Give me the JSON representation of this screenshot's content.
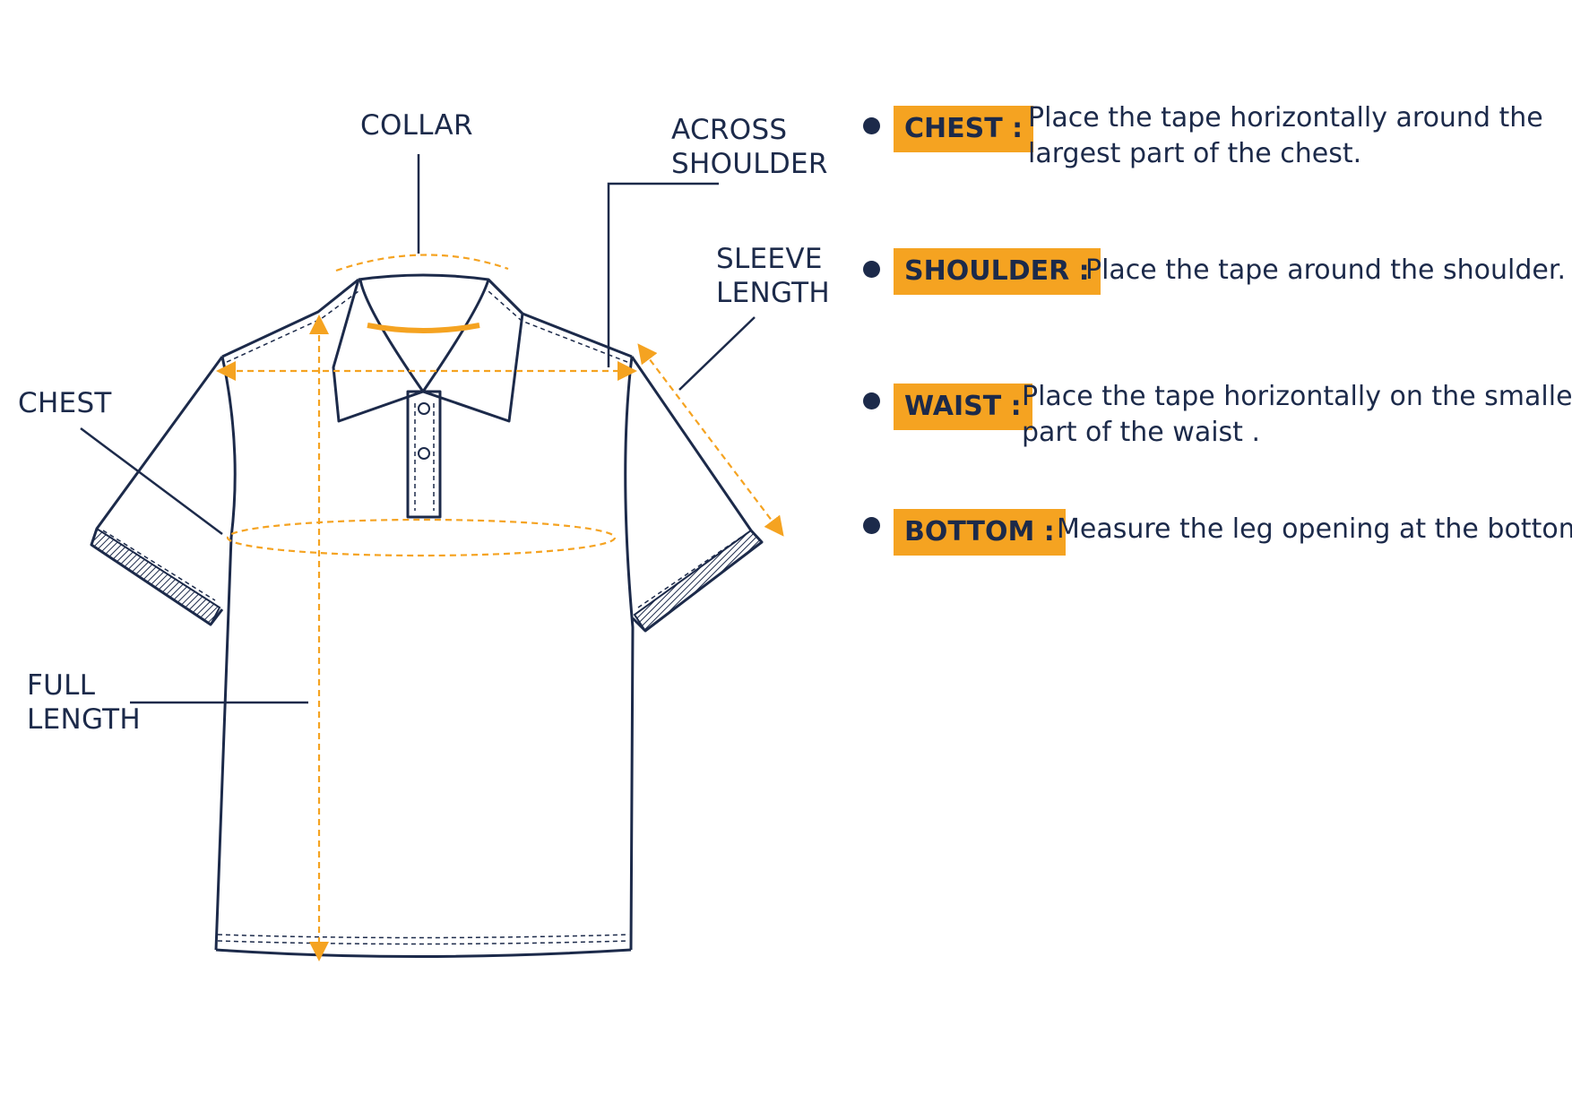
{
  "colors": {
    "navy": "#1c2a4a",
    "accent": "#f5a321",
    "background": "#ffffff"
  },
  "labels": {
    "collar": "COLLAR",
    "across_shoulder": [
      "ACROSS",
      "SHOULDER"
    ],
    "sleeve_length": [
      "SLEEVE",
      "LENGTH"
    ],
    "chest": "CHEST",
    "full_length": [
      "FULL",
      "LENGTH"
    ]
  },
  "instructions": [
    {
      "term": "CHEST :",
      "lines": [
        "Place the tape horizontally around the",
        "largest part of the chest."
      ]
    },
    {
      "term": "SHOULDER :",
      "lines": [
        "Place the tape around the shoulder."
      ]
    },
    {
      "term": "WAIST :",
      "lines": [
        "Place the tape horizontally on the smallest",
        "part of the waist ."
      ]
    },
    {
      "term": "BOTTOM :",
      "lines": [
        "Measure the leg opening at the bottom."
      ]
    }
  ]
}
